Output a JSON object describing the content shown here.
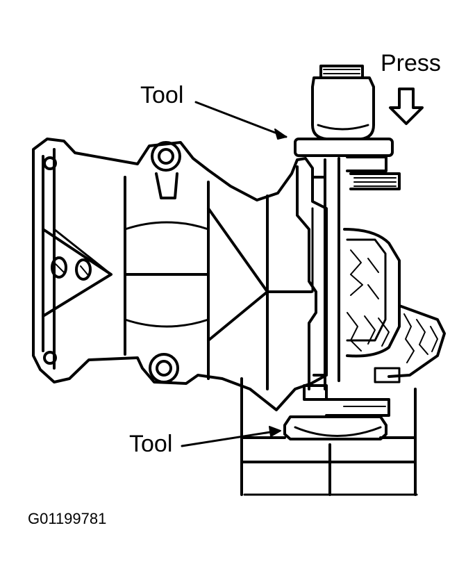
{
  "labels": {
    "press": "Press",
    "tool_top": "Tool",
    "tool_bottom": "Tool",
    "figure_code": "G01199781"
  },
  "colors": {
    "ink": "#000000",
    "paper": "#ffffff"
  }
}
